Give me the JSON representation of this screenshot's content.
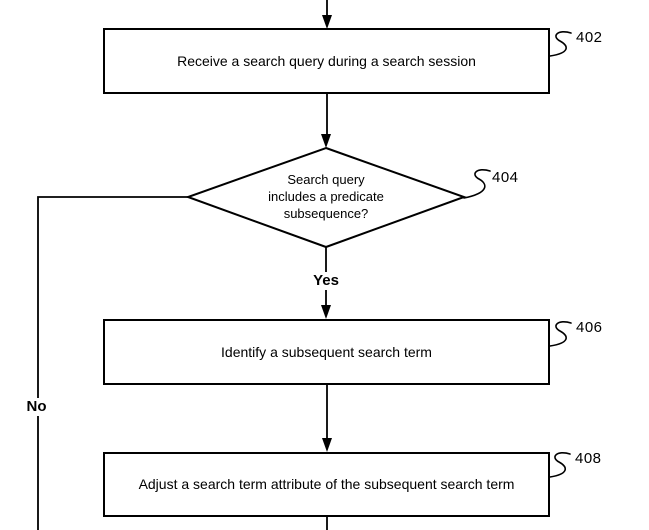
{
  "flowchart": {
    "box_402": {
      "text": "Receive a search query during a search session",
      "ref": "402"
    },
    "decision_404": {
      "line1": "Search query",
      "line2": "includes a predicate",
      "line3": "subsequence?",
      "ref": "404"
    },
    "box_406": {
      "text": "Identify a subsequent search term",
      "ref": "406"
    },
    "box_408": {
      "text": "Adjust a search term attribute of the subsequent search term",
      "ref": "408"
    },
    "branch_labels": {
      "yes": "Yes",
      "no": "No"
    },
    "colors": {
      "line": "#000000",
      "background": "#ffffff"
    }
  }
}
